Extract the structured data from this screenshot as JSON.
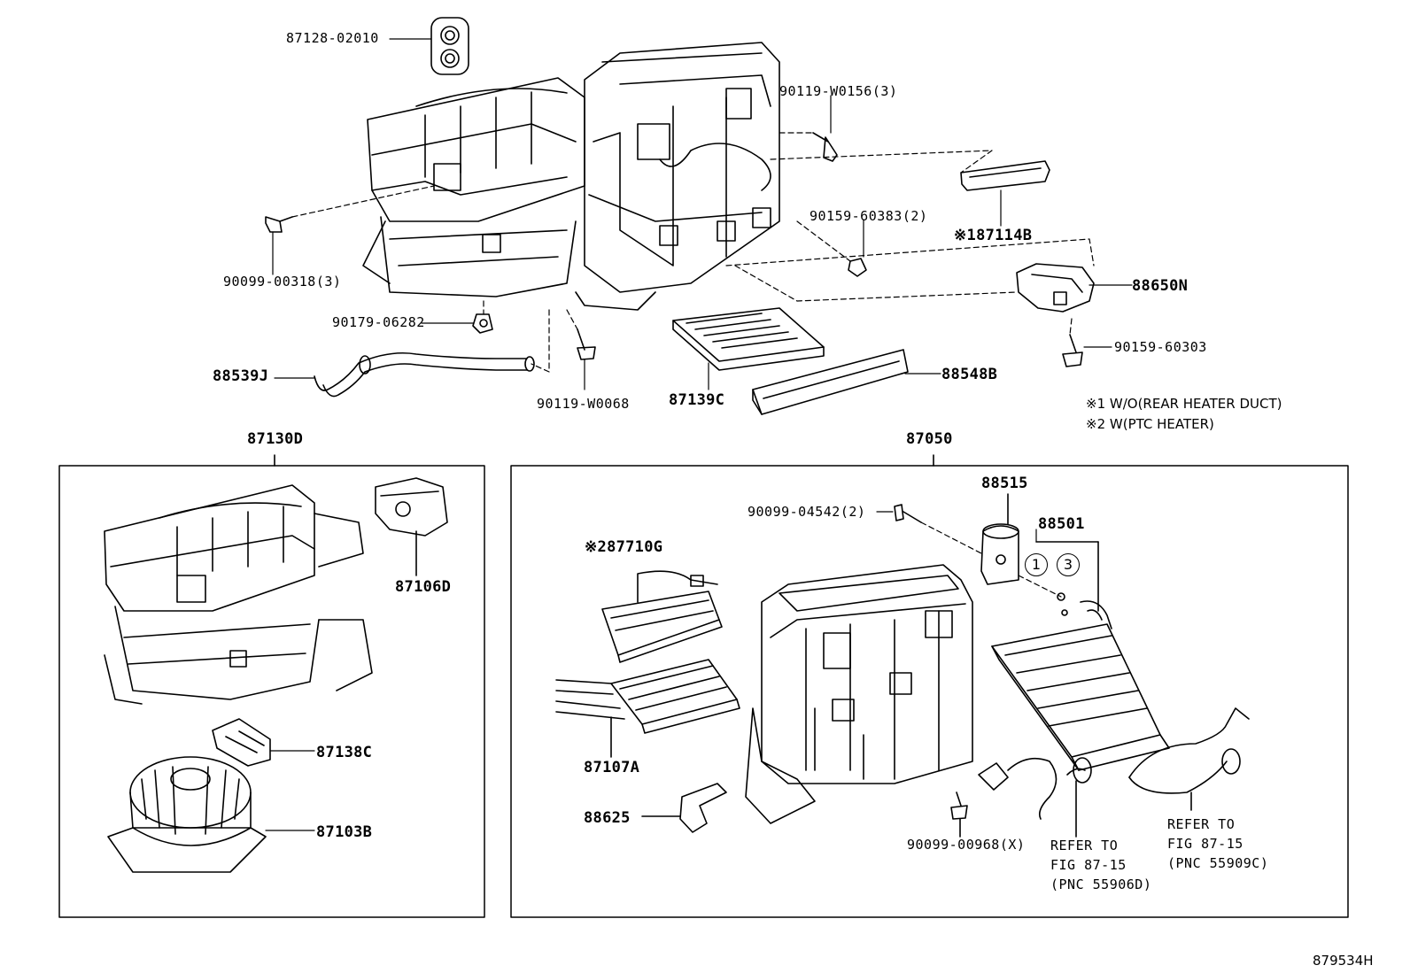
{
  "parts": {
    "p8712802010": "87128-02010",
    "p90119W0156": "90119-W0156(3)",
    "p9015960383": "90159-60383(2)",
    "p87114B": "※187114B",
    "p8865 0N": "88650N",
    "p9009900318": "90099-00318(3)",
    "p9017906282": "90179-06282",
    "p9015960303": "90159-60303",
    "p88539J": "88539J",
    "p90119W0068": "90119-W0068",
    "p87139C": "87139C",
    "p88548B": "88548B",
    "p87130D": "87130D",
    "p87050": "87050",
    "p87106D": "87106D",
    "p87138C": "87138C",
    "p87103B": "87103B",
    "p88515": "88515",
    "p9009904542": "90099-04542(2)",
    "p88501": "88501",
    "p87710G": "※287710G",
    "p87107A": "87107A",
    "p88625": "88625",
    "p9009900968": "90099-00968(X)"
  },
  "notes": {
    "n1": "※1 W/O(REAR HEATER DUCT)",
    "n2": "※2 W(PTC HEATER)"
  },
  "callouts": {
    "c1": "1",
    "c3": "3"
  },
  "refs": {
    "r1_line1": "REFER TO",
    "r1_line2": "FIG 87-15",
    "r1_line3": "(PNC 55906D)",
    "r2_line1": "REFER TO",
    "r2_line2": "FIG 87-15",
    "r2_line3": "(PNC 55909C)"
  },
  "drawing_id": "879534H"
}
